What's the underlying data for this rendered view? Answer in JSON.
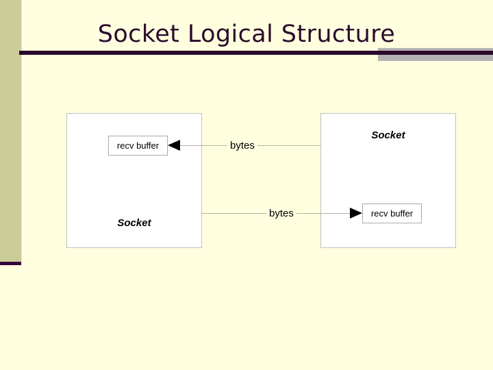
{
  "slide": {
    "title": "Socket Logical Structure",
    "background_color": "#FFFFE0",
    "accent_band_color": "#CCCC99",
    "title_color": "#2B0A2B",
    "rule_color": "#2B0A2B",
    "gray_bar_color": "#B3B3B3"
  },
  "diagram": {
    "left_socket": {
      "title": "Socket",
      "buffer_label": "recv buffer"
    },
    "right_socket": {
      "title": "Socket",
      "buffer_label": "recv buffer"
    },
    "connectors": [
      {
        "label": "bytes",
        "direction": "right-to-left",
        "arrow_icon": "arrow-left-icon"
      },
      {
        "label": "bytes",
        "direction": "left-to-right",
        "arrow_icon": "arrow-right-icon"
      }
    ]
  }
}
